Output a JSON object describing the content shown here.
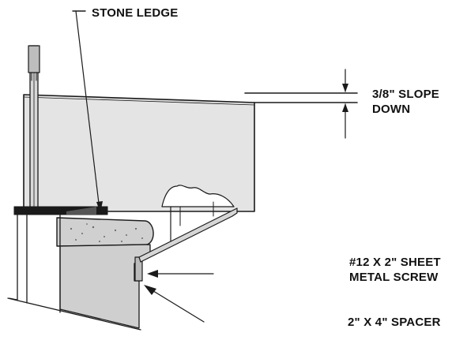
{
  "labels": {
    "stone_ledge": "STONE LEDGE",
    "slope_line1": "3/8\" SLOPE",
    "slope_line2": "DOWN",
    "screw_line1": "#12 X 2\" SHEET",
    "screw_line2": "METAL SCREW",
    "spacer": "2\" X 4\" SPACER"
  },
  "colors": {
    "ink": "#1a1a1a",
    "fill_light": "#e3e3e3",
    "fill_mid": "#cfcfcf",
    "stone": "#d2d2d2"
  }
}
